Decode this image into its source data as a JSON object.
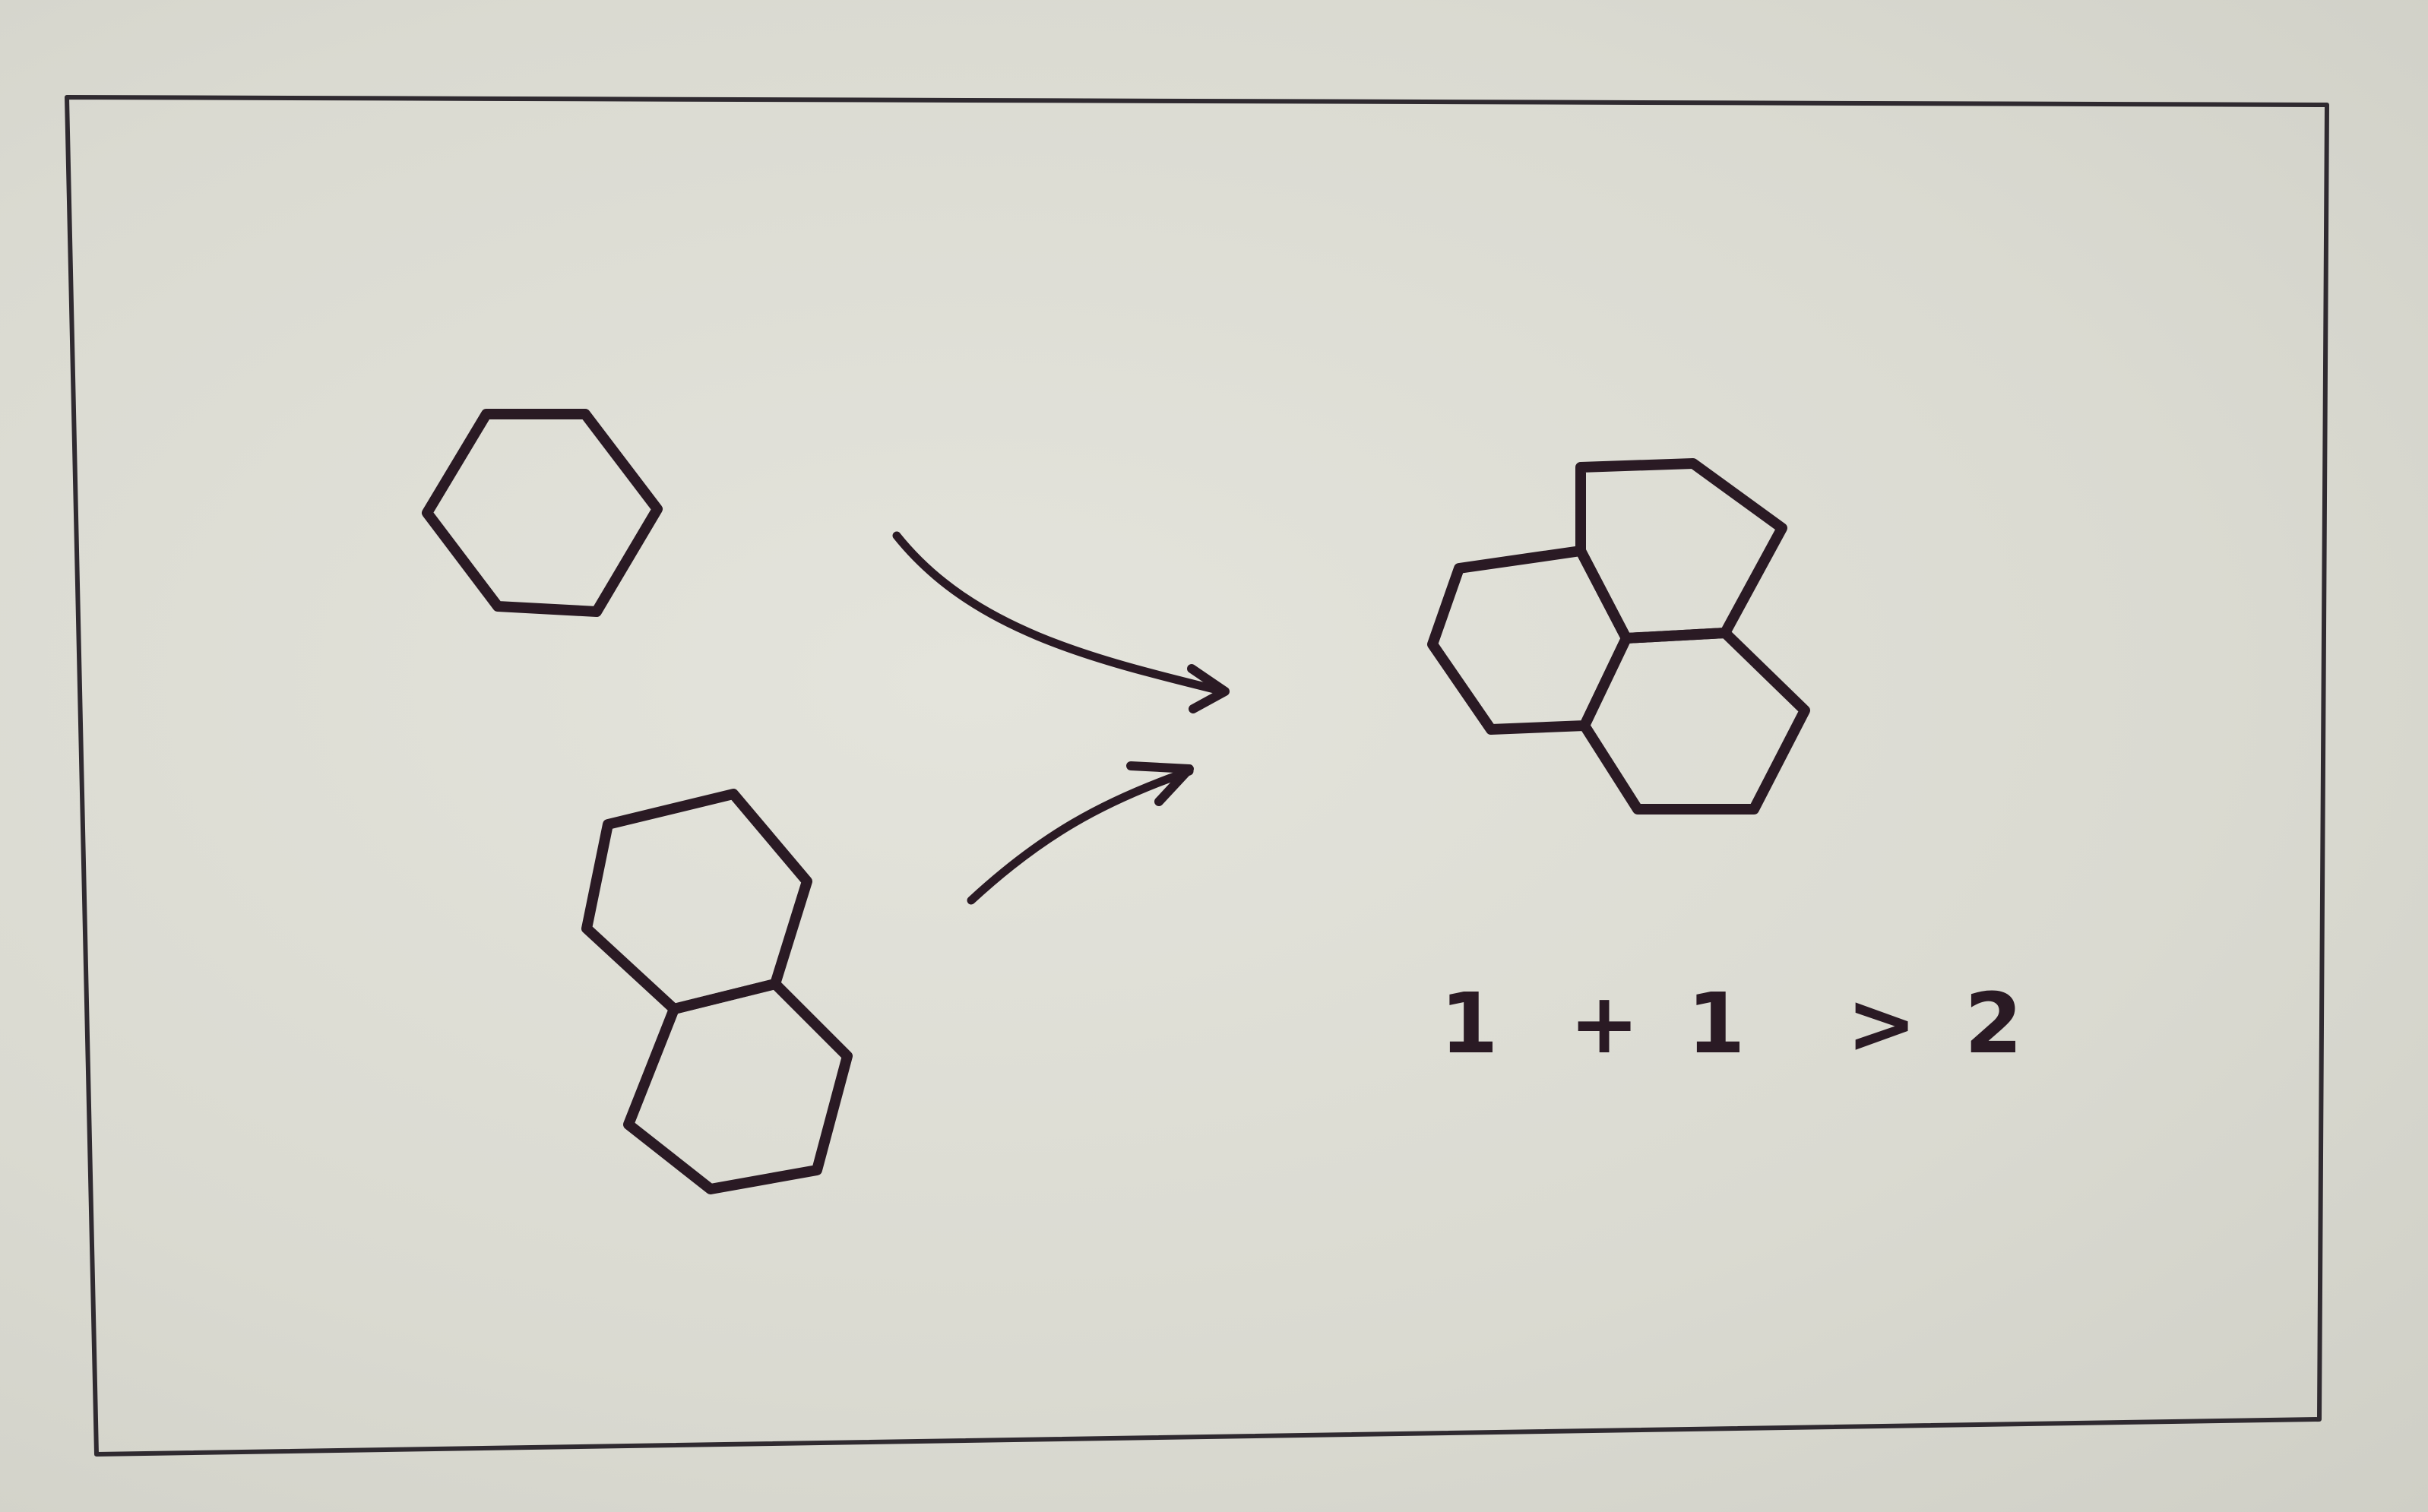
{
  "colors": {
    "paper": "#dcdcd3",
    "ink": "#2a1a24",
    "frame_ink": "#2f2a30"
  },
  "diagram": {
    "inputs": [
      {
        "name": "single-hexagon",
        "rings": 1
      },
      {
        "name": "double-hexagon",
        "rings": 2
      }
    ],
    "output": {
      "name": "triple-hexagon-cluster",
      "rings": 3
    },
    "equation": {
      "left_operand": "1",
      "plus": "+",
      "right_operand": "1",
      "relation": ">",
      "result": "2"
    }
  }
}
